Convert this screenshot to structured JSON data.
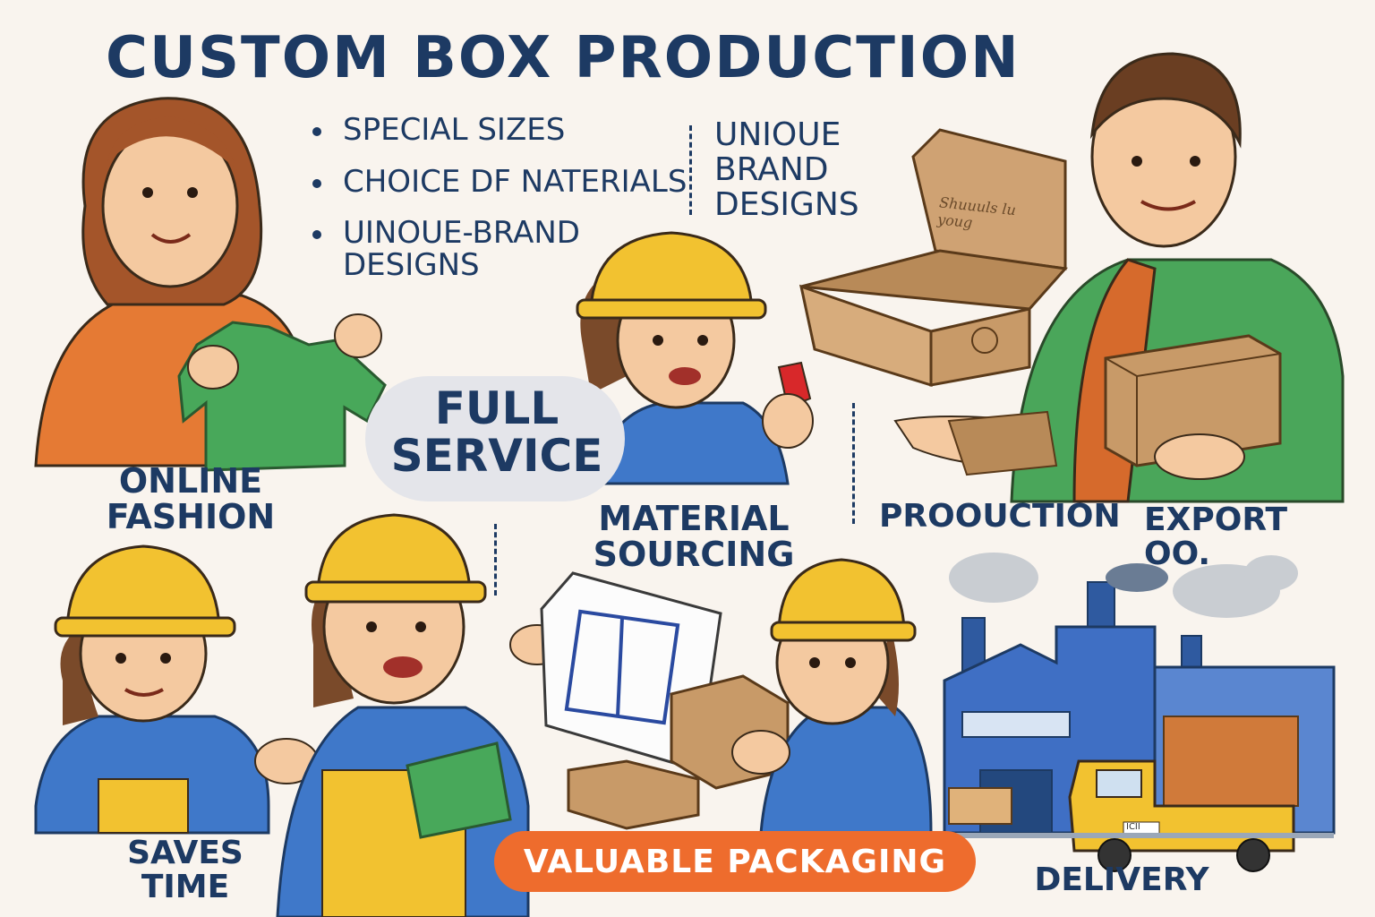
{
  "title": "CUSTOM BOX PRODUCTION",
  "bullets": [
    "SPECIAL SIZES",
    "CHOICE DF NATERIALS",
    "UINOUE-BRAND\nDESIGNS"
  ],
  "unique_brand": "UNIOUE\nBRAND\nDESIGNS",
  "full_service": "FULL\nSERVICE",
  "labels": {
    "online_fashion": "ONLINE\nFASHION",
    "material_sourcing": "MATERIAL\nSOURCING",
    "production": "PROOUCTION",
    "export": "EXPORT OO.",
    "saves_time": "SAVES\nTIME",
    "delivery": "DELIVERY"
  },
  "banner": "VALUABLE PACKAGING",
  "box_lid_script": "Shuuuls lu\nyoug",
  "truck_plate": "ICII",
  "colors": {
    "navy": "#1d3a63",
    "orange": "#ee6c2d",
    "hardhat": "#f2c230",
    "workwear": "#3f78c9",
    "cardboard": "#c89a68",
    "green": "#3f9e58"
  }
}
